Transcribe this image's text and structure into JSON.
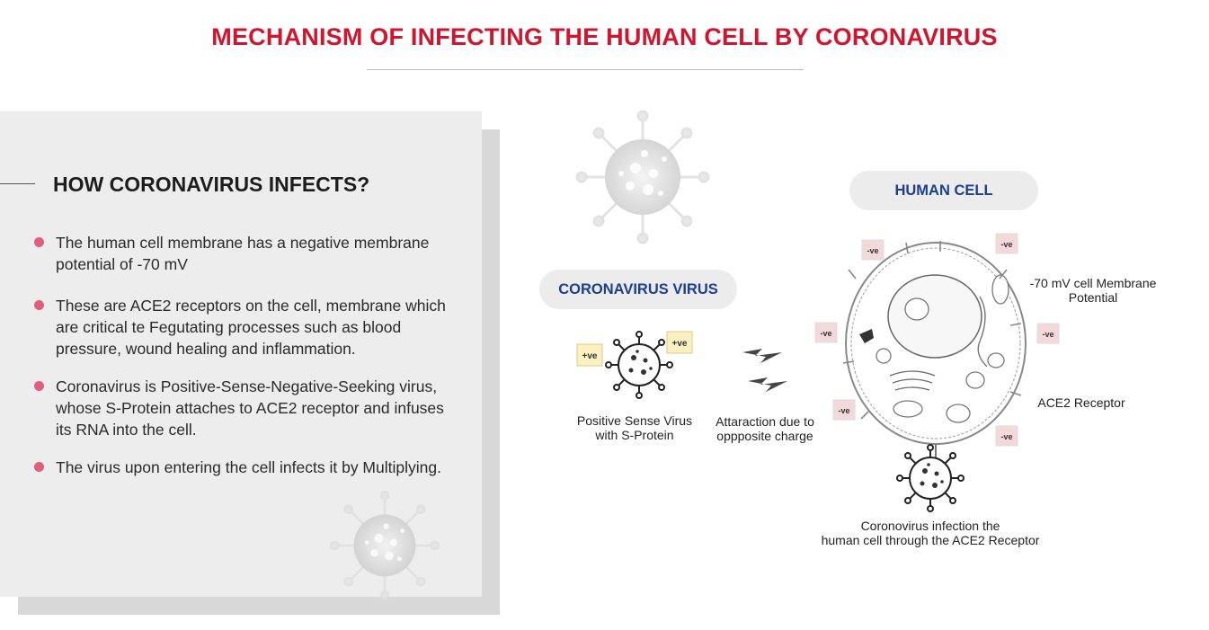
{
  "title": "MECHANISM OF INFECTING THE HUMAN CELL BY CORONAVIRUS",
  "panel": {
    "heading": "HOW CORONAVIRUS INFECTS?",
    "bullets": [
      "The human cell membrane has a negative membrane potential of -70 mV",
      "These are ACE2 receptors on the cell, membrane which are critical te Fegutating processes such as blood pressure, wound healing and inflammation.",
      "Coronavirus is Positive-Sense-Negative-Seeking virus, whose S-Protein attaches to ACE2 receptor and infuses its RNA into the cell.",
      "The virus upon entering the cell infects it by Multiplying."
    ]
  },
  "diagram": {
    "virus_pill": "CORONAVIRUS VIRUS",
    "cell_pill": "HUMAN CELL",
    "positive_label": "+ve",
    "negative_label": "-ve",
    "virus_caption_1": "Positive Sense Virus",
    "virus_caption_2": "with S-Protein",
    "attraction_1": "Attaraction due to",
    "attraction_2": "oppposite charge",
    "membrane_1": "-70 mV cell Membrane",
    "membrane_2": "Potential",
    "ace2": "ACE2 Receptor",
    "infection_1": "Coronovirus infection the",
    "infection_2": "human cell through the ACE2 Receptor"
  },
  "colors": {
    "title": "#d0152e",
    "pill_text": "#1e3f8f",
    "bullet_dot": "#e0607a",
    "panel": "#ededed"
  }
}
